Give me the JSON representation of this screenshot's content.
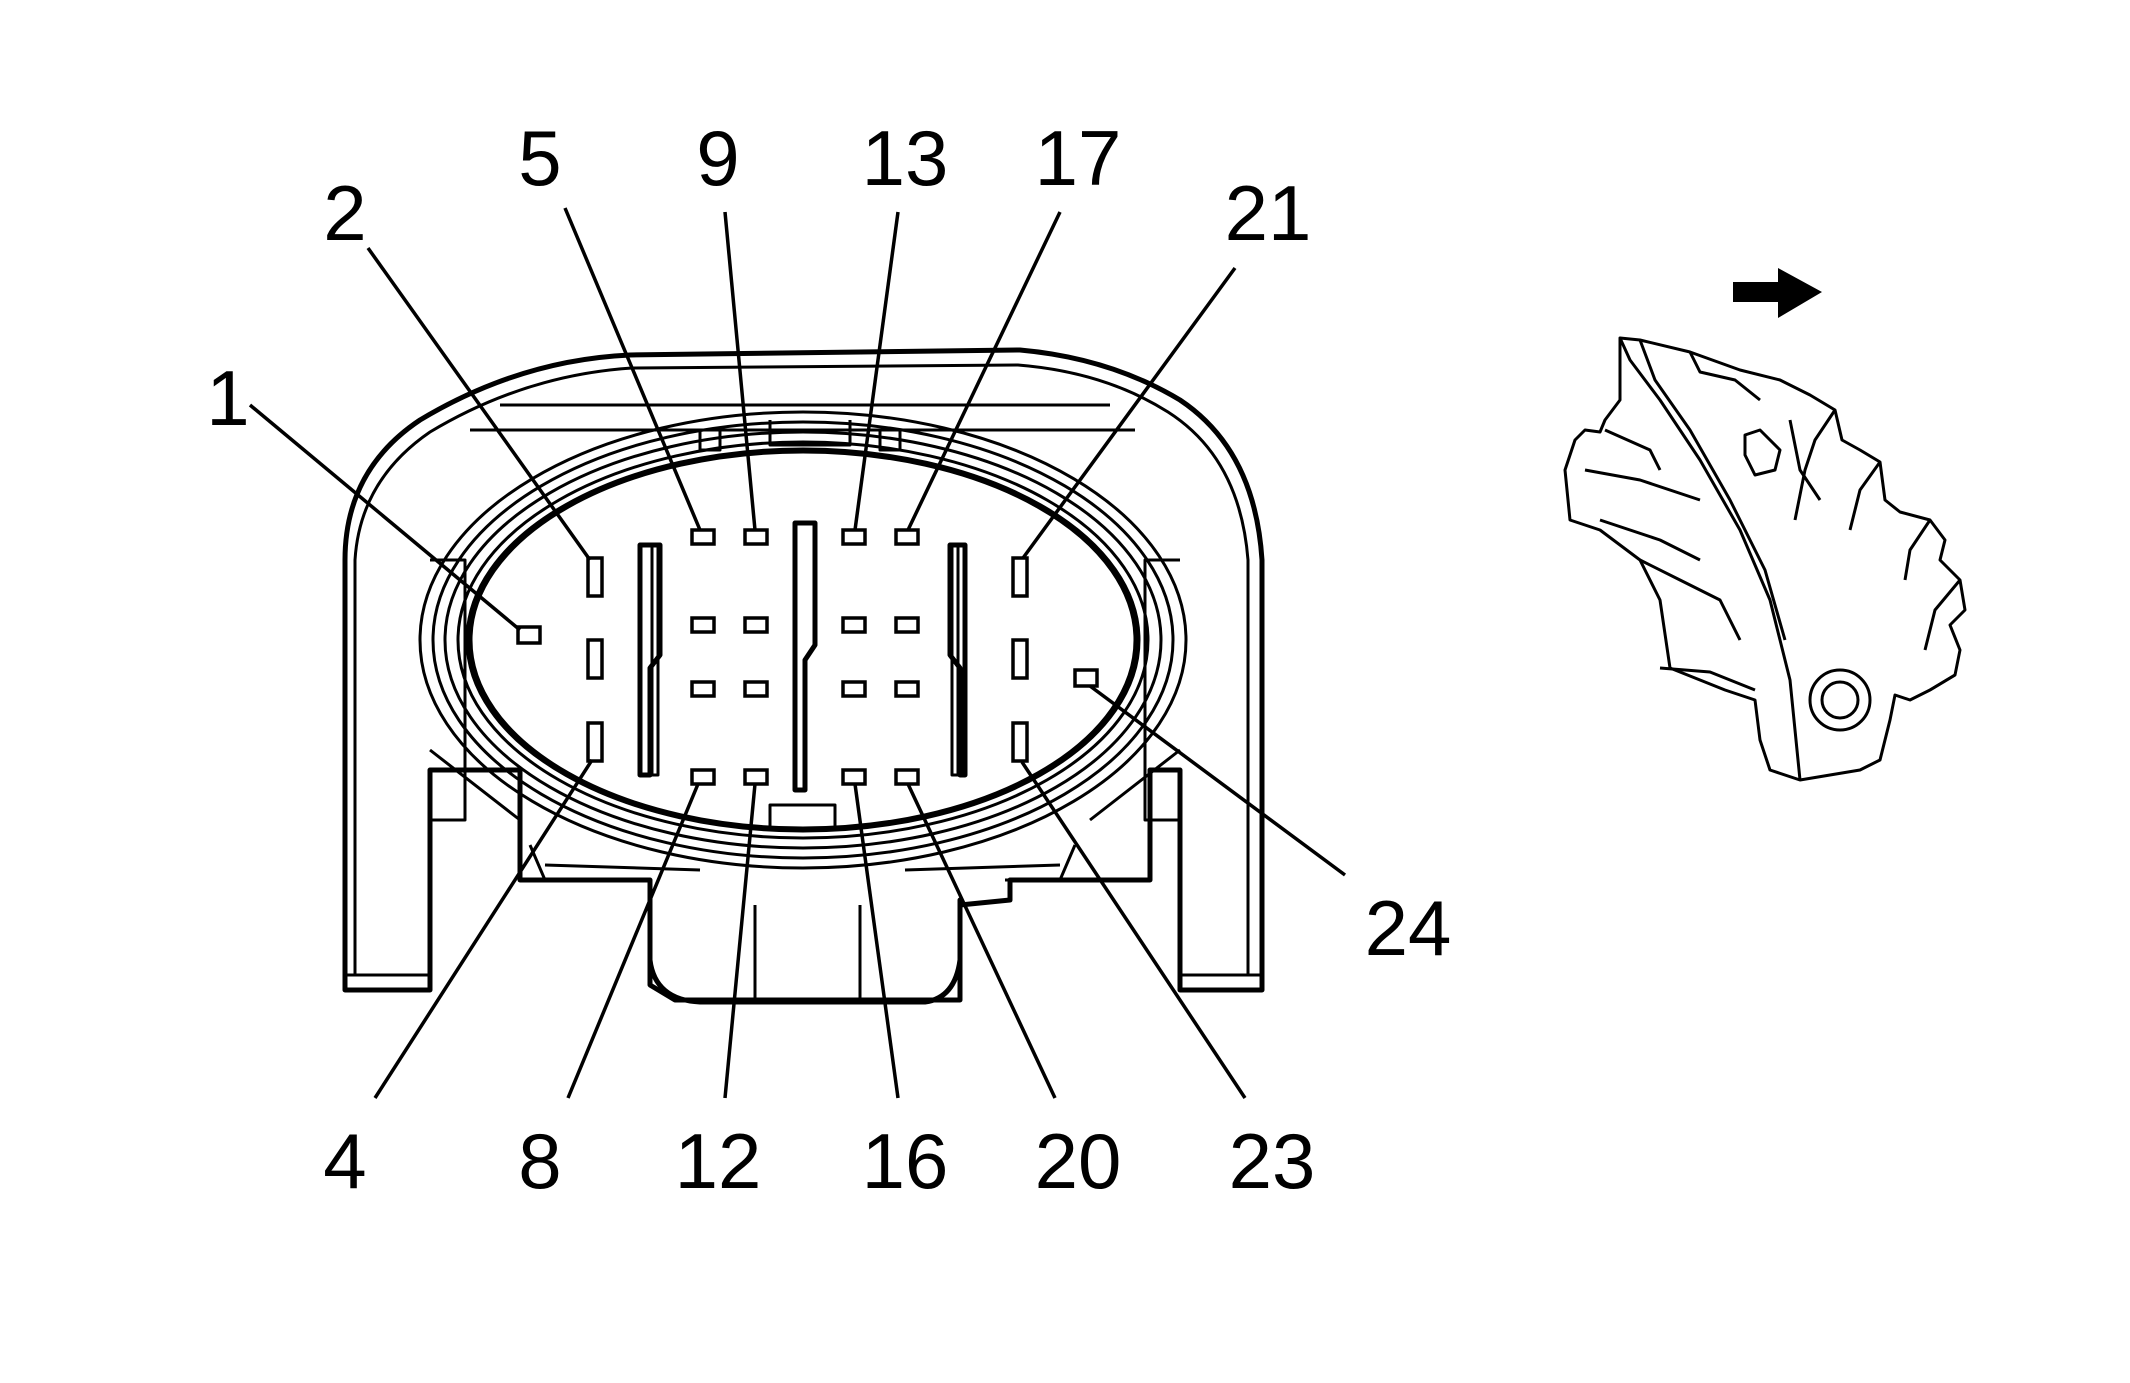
{
  "pins": {
    "p1": "1",
    "p2": "2",
    "p4": "4",
    "p5": "5",
    "p8": "8",
    "p9": "9",
    "p12": "12",
    "p13": "13",
    "p16": "16",
    "p17": "17",
    "p20": "20",
    "p21": "21",
    "p23": "23",
    "p24": "24"
  },
  "icons": {
    "direction_arrow": "right-arrow-icon",
    "connector_view": "connector-isometric-icon"
  }
}
